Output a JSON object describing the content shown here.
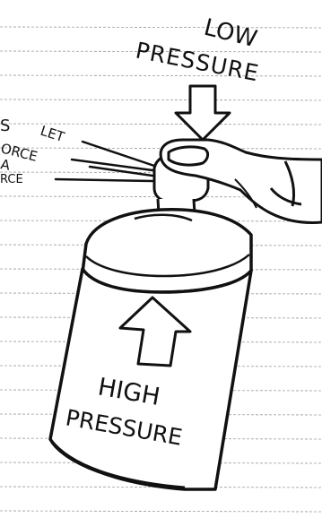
{
  "labels": {
    "low": "LOW",
    "pressure_top": "PRESSURE",
    "high": "HIGH",
    "pressure_bottom": "PRESSURE"
  },
  "spray_text_lines": [
    "S",
    "LET",
    "ORCE",
    "A",
    "RCE"
  ],
  "colors": {
    "ink": "#111111",
    "paper": "#ffffff",
    "rule": "#9a9a9a"
  }
}
